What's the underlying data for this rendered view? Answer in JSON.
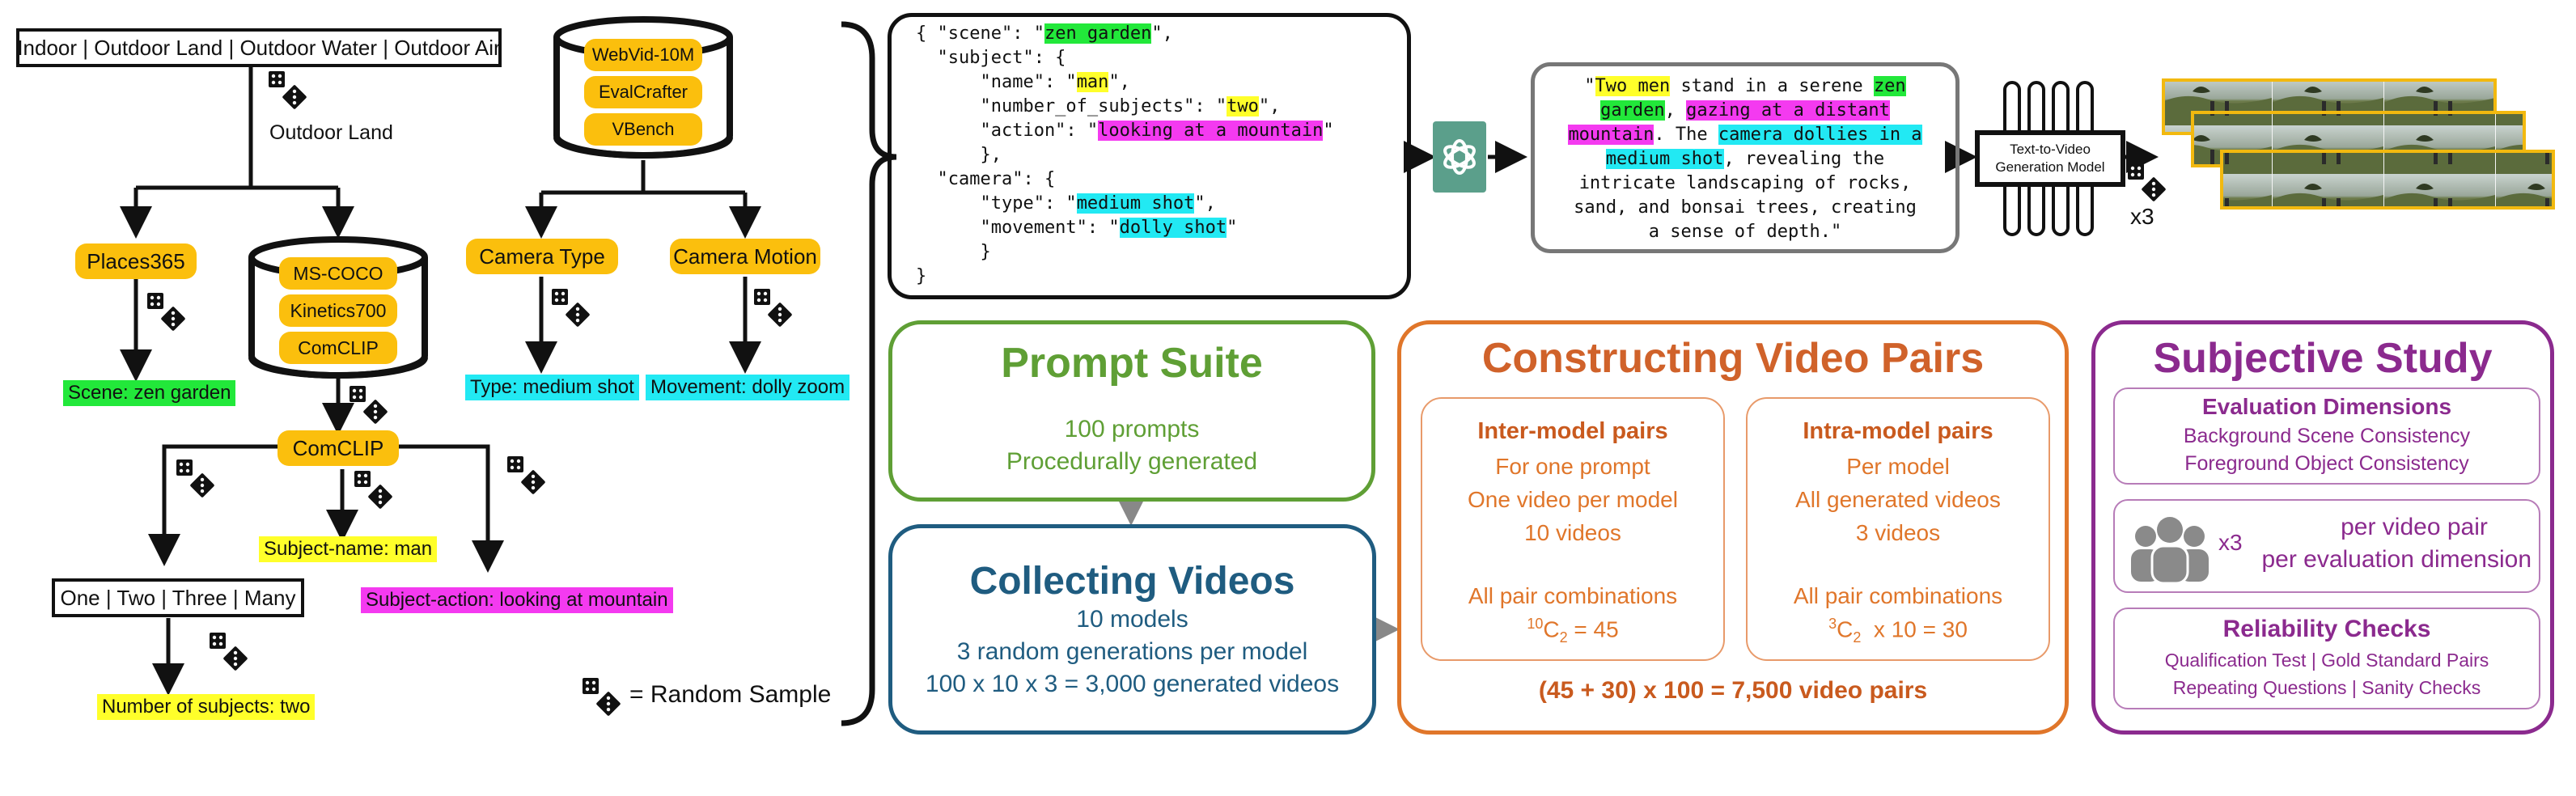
{
  "left": {
    "env_options": "Indoor | Outdoor Land | Outdoor Water | Outdoor Air",
    "env_selected": "Outdoor Land",
    "places": "Places365",
    "scene_tag": "Scene: zen garden",
    "db1": [
      "MS-COCO",
      "Kinetics700",
      "ComCLIP"
    ],
    "comclip": "ComCLIP",
    "subject_name_tag": "Subject-name: man",
    "subject_action_tag": "Subject-action: looking at mountain",
    "count_options": "One | Two | Three | Many",
    "count_tag": "Number of subjects: two",
    "db2": [
      "WebVid-10M",
      "EvalCrafter",
      "VBench"
    ],
    "camera_type": "Camera Type",
    "camera_motion": "Camera Motion",
    "type_tag": "Type: medium shot",
    "movement_tag": "Movement: dolly zoom",
    "legend": "= Random Sample"
  },
  "json_box": {
    "l1a": "{ \"scene\": \"",
    "l1v": "zen garden",
    "l1b": "\",",
    "l2": "  \"subject\": {",
    "l3a": "      \"name\": \"",
    "l3v": "man",
    "l3b": "\",",
    "l4a": "      \"number_of_subjects\": \"",
    "l4v": "two",
    "l4b": "\",",
    "l5a": "      \"action\": \"",
    "l5v": "looking at a mountain",
    "l5b": "\"",
    "l6": "      },",
    "l7": "  \"camera\": {",
    "l8a": "      \"type\": \"",
    "l8v": "medium shot",
    "l8b": "\",",
    "l9a": "      \"movement\": \"",
    "l9v": "dolly shot",
    "l9b": "\"",
    "l10": "      }",
    "l11": "}"
  },
  "prompt_text": {
    "q1": "\"",
    "s1": "Two men",
    "t1": " stand in a serene ",
    "s2": "zen",
    "s3": "garden",
    "t2": ", ",
    "s4": "gazing at a distant",
    "s5": "mountain",
    "t3": ". The ",
    "s6": "camera dollies in a",
    "s7": "medium shot",
    "t4": ", revealing the",
    "r4": "intricate landscaping of rocks,",
    "r5": "sand, and bonsai trees, creating",
    "r6": "a sense of depth.\""
  },
  "t2v_model": "Text-to-Video Generation Model",
  "x3": "x3",
  "prompt_suite": {
    "title": "Prompt Suite",
    "l1": "100 prompts",
    "l2": "Procedurally generated"
  },
  "collecting": {
    "title": "Collecting Videos",
    "l1": "10 models",
    "l2": "3 random generations per model",
    "l3": "100 x 10 x 3 = 3,000 generated videos"
  },
  "constructing": {
    "title": "Constructing Video Pairs",
    "inter": {
      "title": "Inter-model pairs",
      "l1": "For one prompt",
      "l2": "One video per model",
      "l3": "10 videos",
      "l4": "All pair combinations",
      "sup": "10",
      "rest": "C",
      "subs": "2",
      "eq": " = 45"
    },
    "intra": {
      "title": "Intra-model pairs",
      "l1": "Per model",
      "l2": "All generated videos",
      "l3": "3 videos",
      "l4": "All pair combinations",
      "sup": "3",
      "rest": "C",
      "subs": "2",
      "eq": "  x 10 = 30"
    },
    "total": "(45 + 30) x 100 = 7,500 video pairs"
  },
  "subjective": {
    "title": "Subjective Study",
    "eval_title": "Evaluation Dimensions",
    "eval_l1": "Background Scene Consistency",
    "eval_l2": "Foreground Object Consistency",
    "x3": "x3",
    "per1": "per video pair",
    "per2": "per evaluation dimension",
    "rel_title": "Reliability Checks",
    "rel_l1": "Qualification Test | Gold Standard Pairs",
    "rel_l2": "Repeating Questions | Sanity Checks"
  },
  "colors": {
    "yellow": "#fbbf0d",
    "green": "#5f9f35",
    "blue": "#1f5c80",
    "orange": "#e0762a",
    "purple": "#8b2a8e",
    "hl_green": "#22e83a",
    "hl_yellow": "#ffff2a",
    "hl_magenta": "#f43af0",
    "hl_cyan": "#22e9f3",
    "openai": "#5b9f8b"
  },
  "icons": [
    "dice-icon",
    "database-icon",
    "openai-icon",
    "people-icon",
    "video-frames-icon",
    "brace-icon"
  ]
}
